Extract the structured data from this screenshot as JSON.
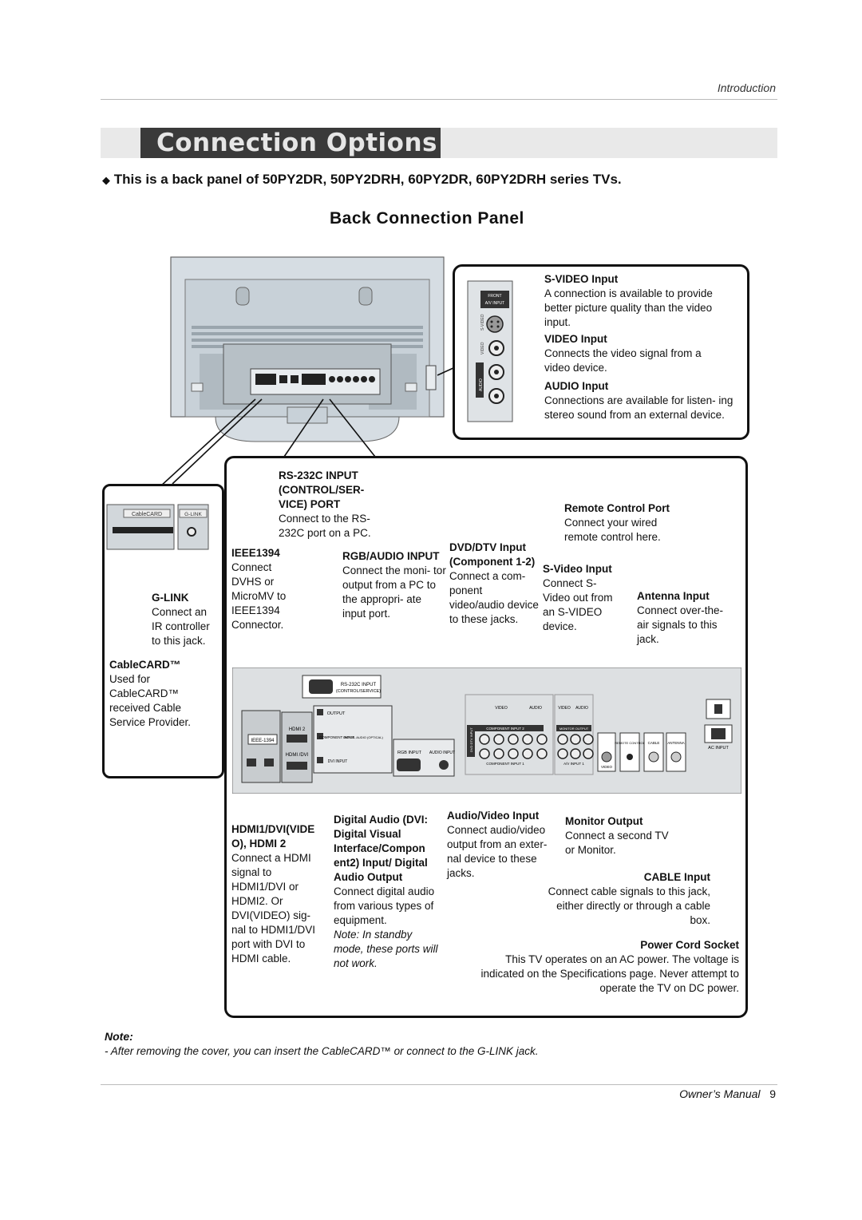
{
  "header": {
    "section": "Introduction"
  },
  "title": "Connection Options",
  "subtitle": "This is a back panel of 50PY2DR, 50PY2DRH, 60PY2DR, 60PY2DRH series TVs.",
  "bullet_icon": "diamond",
  "panel_title": "Back Connection Panel",
  "side_panel": {
    "svideo": {
      "title": "S-VIDEO Input",
      "body": "A connection is available to provide better picture quality than the video input."
    },
    "video": {
      "title": "VIDEO Input",
      "body": "Connects the video signal from a video device."
    },
    "audio": {
      "title": "AUDIO Input",
      "body": "Connections are available for listen- ing stereo sound from an external device."
    },
    "jack_labels": {
      "front": "FRONT",
      "av_input": "A/V INPUT",
      "s_video": "S-VIDEO",
      "video": "VIDEO",
      "audio": "AUDIO"
    }
  },
  "left_inset": {
    "cablecard_label": "CableCARD",
    "glink_label": "G-LINK",
    "glink": {
      "title": "G-LINK",
      "body": "Connect an IR controller to this jack."
    },
    "cablecard": {
      "title": "CableCARD™",
      "body": "Used for CableCARD™ received Cable Service Provider."
    }
  },
  "callouts": {
    "rs232c": {
      "title": "RS-232C INPUT (CONTROL/SER- VICE) PORT",
      "body": "Connect to the RS- 232C port on a PC."
    },
    "ieee1394": {
      "title": "IEEE1394",
      "body": "Connect DVHS or MicroMV to IEEE1394 Connector."
    },
    "rgb_audio": {
      "title": "RGB/AUDIO INPUT",
      "body": "Connect the moni- tor output from a PC to the appropri- ate input port."
    },
    "dvd_dtv": {
      "title": "DVD/DTV Input (Component 1-2)",
      "body": "Connect a com- ponent video/audio device to these jacks."
    },
    "svideo": {
      "title": "S-Video Input",
      "body": "Connect S- Video out from an S-VIDEO device."
    },
    "remote": {
      "title": "Remote Control Port",
      "body": "Connect your wired remote control here."
    },
    "antenna": {
      "title": "Antenna  Input",
      "body": "Connect over-the- air signals to this jack."
    },
    "hdmi": {
      "title": "HDMI1/DVI(VIDE O), HDMI 2",
      "body": "Connect a HDMI signal to HDMI1/DVI or HDMI2. Or DVI(VIDEO) sig- nal to HDMI1/DVI port with DVI to HDMI cable."
    },
    "digital_audio": {
      "title": "Digital Audio (DVI: Digital Visual Interface/Compon ent2) Input/ Digital Audio Output",
      "body": "Connect  digital audio from various types of equipment.",
      "note": "Note: In standby mode, these ports will not work."
    },
    "av_input": {
      "title": "Audio/Video Input",
      "body": "Connect audio/video output from an exter- nal device to these jacks."
    },
    "monitor_output": {
      "title": "Monitor Output",
      "body": "Connect a second TV or Monitor."
    },
    "cable_input": {
      "title": "CABLE Input",
      "body": "Connect cable signals to this jack, either directly or through a cable box."
    },
    "power": {
      "title": "Power Cord Socket",
      "body": "This TV operates on an AC power. The voltage is indicated on the Specifications page. Never attempt to operate the TV on DC power."
    }
  },
  "panel_labels": {
    "rs232c": "RS-232C INPUT",
    "rs232c_sub": "(CONTROL/SERVICE)",
    "output": "OUTPUT",
    "hdmi2": "HDMI 2",
    "ieee1394": "IEEE-1394",
    "component_input": "COMPONENT INPUT",
    "digital_audio_optical": "DIGITAL AUDIO (OPTICAL)",
    "hdmi_dvi": "HDMI /DVI",
    "dvi_input": "DVI INPUT",
    "rgb_input": "RGB INPUT",
    "audio_input": "AUDIO INPUT",
    "video": "VIDEO",
    "audio": "AUDIO",
    "component_input_2": "COMPONENT INPUT 2",
    "component_input_1": "COMPONENT INPUT 1",
    "monitor_output": "MONITOR OUTPUT",
    "av_input_1": "A/V INPUT 1",
    "remote_control": "REMOTE CONTROL",
    "cable": "CABLE",
    "antenna": "ANTENNA",
    "ac_input": "AC INPUT",
    "dvd_dtv_input": "DVD DTV INPUT"
  },
  "note": {
    "title": "Note:",
    "body": "-  After removing the cover, you can insert the CableCARD™ or connect to the G-LINK jack."
  },
  "footer": {
    "label": "Owner’s Manual",
    "page": "9"
  }
}
